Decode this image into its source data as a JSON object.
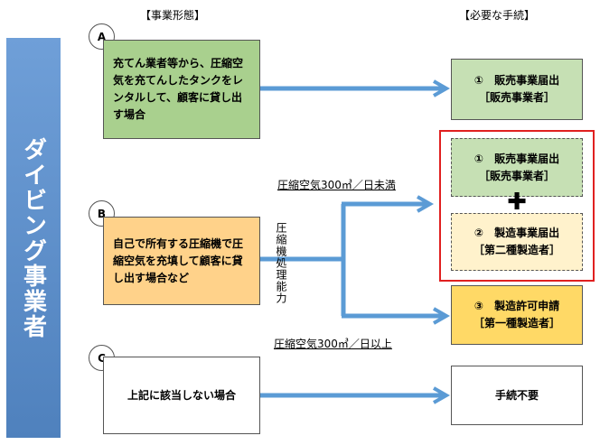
{
  "headers": {
    "business_form": "【事業形態】",
    "required_procedure": "【必要な手続】"
  },
  "sidebar": {
    "label": "ダイビング事業者"
  },
  "cases": [
    {
      "id": "A",
      "text": "充てん業者等から、圧縮空気を充てんしたタンクをレンタルして、顧客に貸し出す場合"
    },
    {
      "id": "B",
      "text": "自己で所有する圧縮機で圧縮空気を充填して顧客に貸し出す場合など"
    },
    {
      "id": "C",
      "text": "上記に該当しない場合"
    }
  ],
  "branch": {
    "capacity_label": "圧縮機処理能力",
    "under_label": "圧縮空気300㎥／日未満",
    "over_label": "圧縮空気300㎥／日以上"
  },
  "results": {
    "sales_notice_a": {
      "line1": "①　販売事業届出",
      "line2": "［販売事業者］"
    },
    "sales_notice_b": {
      "line1": "①　販売事業届出",
      "line2": "［販売事業者］"
    },
    "plus": "✚",
    "manufacture_notice": {
      "line1": "②　製造事業届出",
      "line2": "［第二種製造者］"
    },
    "manufacture_permit": {
      "line1": "③　製造許可申請",
      "line2": "［第一種製造者］"
    },
    "no_procedure": {
      "line1": "手続不要"
    }
  },
  "colors": {
    "sidebar": "#4f81bd",
    "arrow": "#5b9bd5",
    "box_a": "#a9d08e",
    "box_b": "#ffd28a",
    "result_green": "#c6e0b4",
    "result_cream": "#fff2cc",
    "result_gold": "#ffd966",
    "highlight_border": "#e02020"
  }
}
